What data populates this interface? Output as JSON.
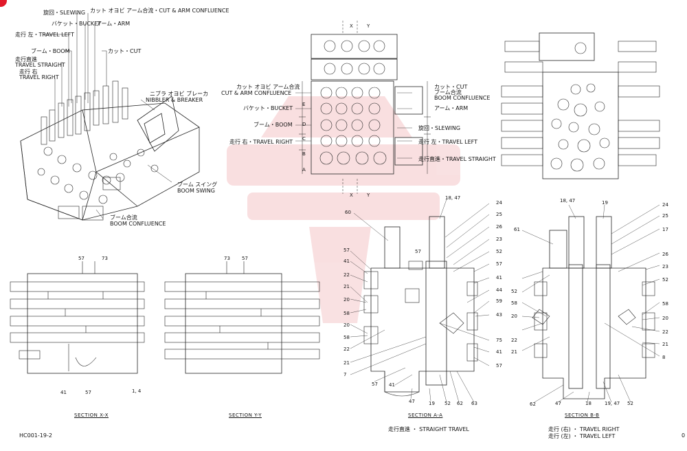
{
  "figure": {
    "code": "HC001-19-2",
    "page_marker": "0"
  },
  "iso_labels": [
    "旋回・SLEWING",
    "カット オヨビ アーム合流・CUT & ARM CONFLUENCE",
    "バケット・BUCKET",
    "アーム・ARM",
    "走行 左・TRAVEL LEFT",
    "ブーム・BOOM",
    "カット・CUT",
    "走行直進",
    "TRAVEL STRAIGHT",
    "走行 右",
    "TRAVEL RIGHT",
    "ニブラ オヨビ ブレーカ",
    "NIBBLER  &  BREAKER",
    "ブーム スイング",
    "BOOM SWING",
    "ブーム合流",
    "BOOM CONFLUENCE"
  ],
  "front_view": {
    "left_labels": [
      "カット オヨビ アーム合流",
      "CUT & ARM CONFLUENCE",
      "バケット・BUCKET",
      "ブーム・BOOM",
      "走行 右・TRAVEL RIGHT"
    ],
    "right_labels": [
      "カット・CUT",
      "ブーム合流",
      "BOOM CONFLUENCE",
      "アーム・ARM",
      "旋回・SLEWING",
      "走行 左・TRAVEL LEFT",
      "走行直進・TRAVEL STRAIGHT"
    ],
    "section_marks": [
      "X",
      "Y",
      "X",
      "Y"
    ],
    "letters": [
      "E",
      "D",
      "C",
      "B",
      "A"
    ]
  },
  "section_xx": {
    "title": "SECTION  X-X",
    "parts": [
      "57",
      "73",
      "41",
      "57",
      "1, 4"
    ]
  },
  "section_yy": {
    "title": "SECTION  Y-Y",
    "parts": [
      "73",
      "57"
    ]
  },
  "section_aa": {
    "title": "SECTION  A-A",
    "caption": "走行直進 ・ STRAIGHT TRAVEL",
    "parts": [
      "60",
      "18, 47",
      "24",
      "25",
      "26",
      "23",
      "52",
      "57",
      "41",
      "44",
      "59",
      "43",
      "75",
      "41",
      "57",
      "57",
      "41",
      "57",
      "22",
      "21",
      "20",
      "58",
      "20",
      "58",
      "22",
      "21",
      "7",
      "57",
      "41",
      "47",
      "19",
      "52",
      "62",
      "63"
    ]
  },
  "section_bb": {
    "title": "SECTION  B-B",
    "caption_right": "走行 (右)  ・  TRAVEL RIGHT",
    "caption_left": "走行 (左)  ・  TRAVEL LEFT",
    "parts": [
      "18, 47",
      "19",
      "24",
      "25",
      "17",
      "61",
      "26",
      "23",
      "52",
      "52",
      "58",
      "20",
      "22",
      "21",
      "58",
      "20",
      "22",
      "21",
      "8",
      "62",
      "47",
      "18",
      "19, 47",
      "52"
    ]
  }
}
